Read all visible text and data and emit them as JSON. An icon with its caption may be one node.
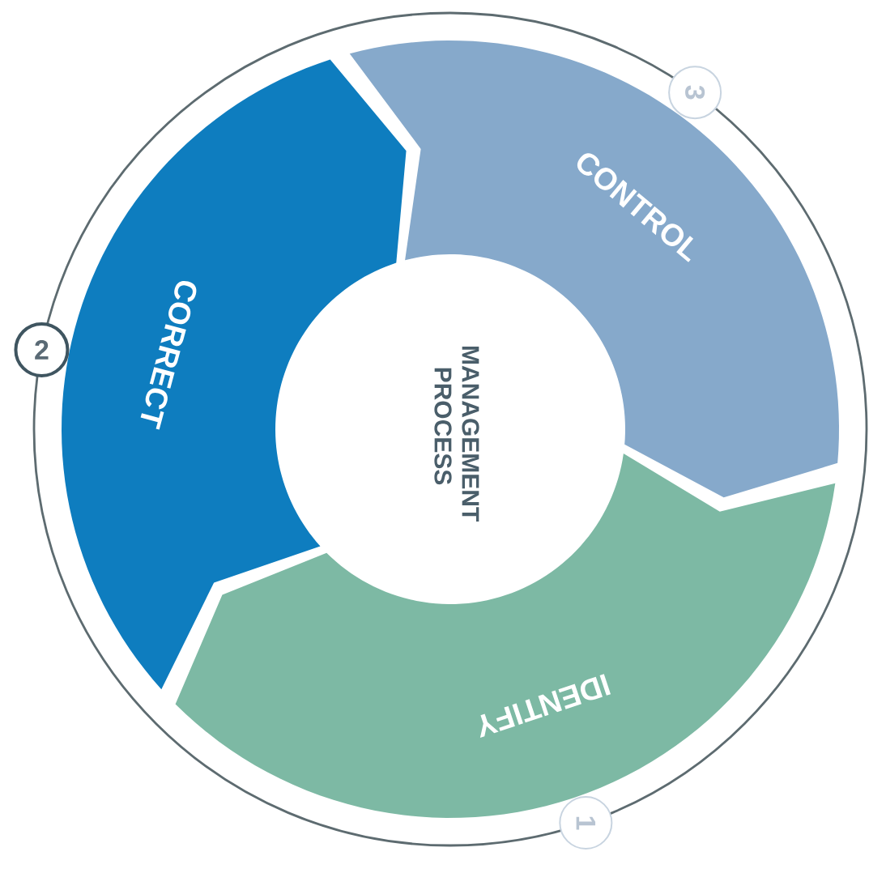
{
  "diagram": {
    "nodes": [
      {
        "text": [
          "MANAGEMENT PROCESS"
        ]
      },
      {
        "text": [
          "CORRECT"
        ]
      },
      {
        "text": [
          "CONTROL"
        ]
      },
      {
        "text": [
          "IDENTIFY"
        ]
      },
      {
        "text": [
          "1"
        ]
      },
      {
        "text": [
          "2"
        ]
      },
      {
        "text": [
          "3"
        ]
      }
    ]
  }
}
